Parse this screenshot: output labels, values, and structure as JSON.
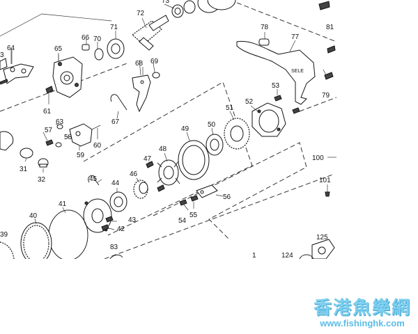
{
  "parts": {
    "p1": "1",
    "p31": "31",
    "p32": "32",
    "p39": "39",
    "p40": "40",
    "p41": "41",
    "p42": "42",
    "p43": "43",
    "p44": "44",
    "p45": "45",
    "p46": "46",
    "p47": "47",
    "p48": "48",
    "p49": "49",
    "p50": "50",
    "p51": "51",
    "p52": "52",
    "p53": "53",
    "p54": "54",
    "p55": "55",
    "p56": "56",
    "p57": "57",
    "p58": "58",
    "p59": "59",
    "p60": "60",
    "p61": "61",
    "p63": "63",
    "p64": "64",
    "p65": "65",
    "p66": "66",
    "p67": "67",
    "p68": "68",
    "p69": "69",
    "p70": "70",
    "p71": "71",
    "p72": "72",
    "p73": "73",
    "p77": "77",
    "p78": "78",
    "p79": "79",
    "p81": "81",
    "p83": "83",
    "p100": "100",
    "p101": "101",
    "p124": "124",
    "p125": "125",
    "p3": "3"
  },
  "watermark": {
    "name": "香港魚樂網",
    "url": "www.fishinghk.com"
  }
}
